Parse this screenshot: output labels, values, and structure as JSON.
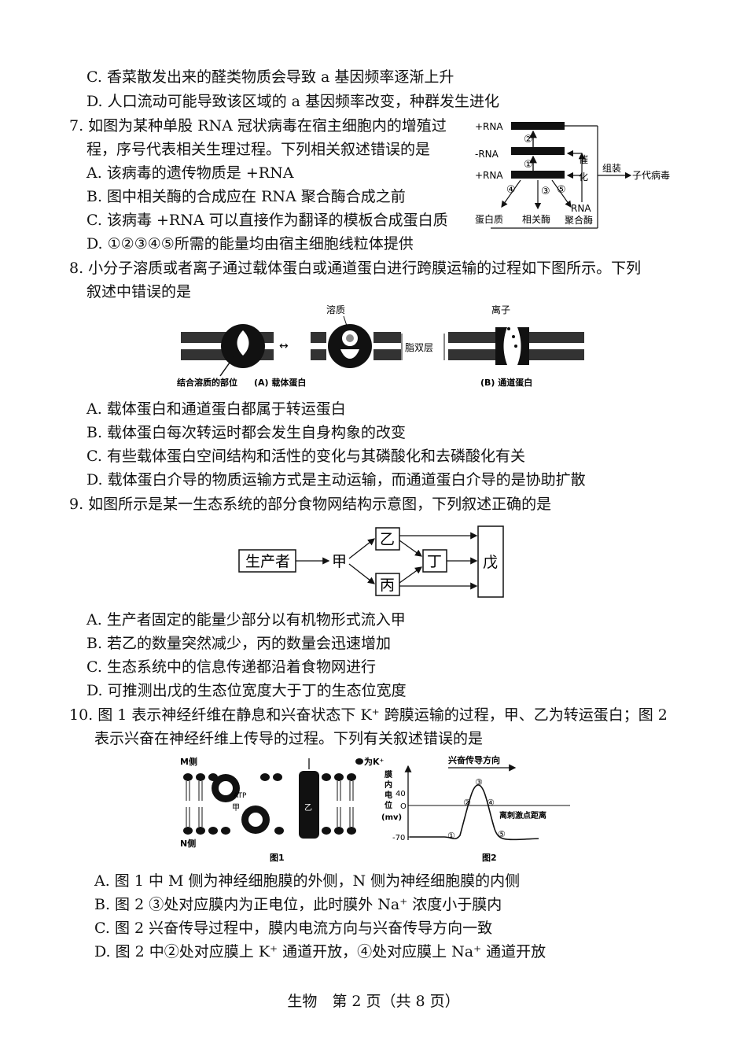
{
  "q6": {
    "optC": "C. 香菜散发出来的醛类物质会导致 a 基因频率逐渐上升",
    "optD": "D. 人口流动可能导致该区域的 a 基因频率改变，种群发生进化"
  },
  "q7": {
    "stem1": "7. 如图为某种单股 RNA 冠状病毒在宿主细胞内的增殖过",
    "stem2": "程，序号代表相关生理过程。下列相关叙述错误的是",
    "optA": "A. 该病毒的遗传物质是 +RNA",
    "optB": "B. 图中相关酶的合成应在 RNA 聚合酶合成之前",
    "optC": "C. 该病毒 +RNA 可以直接作为翻译的模板合成蛋白质",
    "optD": "D. ①②③④⑤所需的能量均由宿主细胞线粒体提供",
    "fig": {
      "rna_top": "+RNA",
      "rna_mid": "-RNA",
      "rna_bot": "+RNA",
      "n2": "②",
      "n1": "①",
      "n4": "④",
      "n3": "③",
      "n5": "⑤",
      "cui": "催",
      "hua": "化",
      "zuzhuang": "组装",
      "zidai": "子代病毒",
      "danbaizhi": "蛋白质",
      "xiangguanmei": "相关酶",
      "rna_poly1": "RNA",
      "rna_poly2": "聚合酶"
    }
  },
  "q8": {
    "stem1": "8. 小分子溶质或者离子通过载体蛋白或通道蛋白进行跨膜运输的过程如下图所示。下列",
    "stem2": "叙述中错误的是",
    "optA": "A. 载体蛋白和通道蛋白都属于转运蛋白",
    "optB": "B. 载体蛋白每次转运时都会发生自身构象的改变",
    "optC": "C. 有些载体蛋白空间结构和活性的变化与其磷酸化和去磷酸化有关",
    "optD": "D. 载体蛋白介导的物质运输方式是主动运输，而通道蛋白介导的是协助扩散",
    "fig": {
      "rongzhi": "溶质",
      "lizi": "离子",
      "zhishuangceng": "脂双层",
      "jiehe": "结合溶质的部位",
      "capA": "(A) 载体蛋白",
      "capB": "(B) 通道蛋白"
    }
  },
  "q9": {
    "stem": "9. 如图所示是某一生态系统的部分食物网结构示意图，下列叙述正确的是",
    "optA": "A. 生产者固定的能量少部分以有机物形式流入甲",
    "optB": "B. 若乙的数量突然减少，丙的数量会迅速增加",
    "optC": "C. 生态系统中的信息传递都沿着食物网进行",
    "optD": "D. 可推测出戊的生态位宽度大于丁的生态位宽度",
    "fig": {
      "producer": "生产者",
      "jia": "甲",
      "yi": "乙",
      "bing": "丙",
      "ding": "丁",
      "wu": "戊"
    }
  },
  "q10": {
    "stem1": "10. 图 1 表示神经纤维在静息和兴奋状态下 K⁺ 跨膜运输的过程，甲、乙为转运蛋白；图 2",
    "stem2": "表示兴奋在神经纤维上传导的过程。下列有关叙述错误的是",
    "optA": "A. 图 1 中 M 侧为神经细胞膜的外侧，N 侧为神经细胞膜的内侧",
    "optB": "B. 图 2 ③处对应膜内为正电位，此时膜外 Na⁺ 浓度小于膜内",
    "optC": "C. 图 2 兴奋传导过程中，膜内电流方向与兴奋传导方向一致",
    "optD": "D. 图 2 中②处对应膜上 K⁺ 通道开放，④处对应膜上 Na⁺ 通道开放",
    "fig1": {
      "m_side": "M侧",
      "n_side": "N侧",
      "k_legend": "为K⁺",
      "atp": "ATP",
      "jia": "甲",
      "yi": "乙",
      "cap": "图1"
    },
    "fig2": {
      "direction": "兴奋传导方向",
      "ylabel1": "膜",
      "ylabel2": "内",
      "ylabel3": "电",
      "ylabel4": "位",
      "unit": "(mv)",
      "t40": "40",
      "t0": "O",
      "tm70": "-70",
      "xlabel": "离刺激点距离",
      "p1": "①",
      "p2": "②",
      "p3": "③",
      "p4": "④",
      "p5": "⑤",
      "cap": "图2"
    }
  },
  "footer": "生物　第 2 页（共 8 页）"
}
